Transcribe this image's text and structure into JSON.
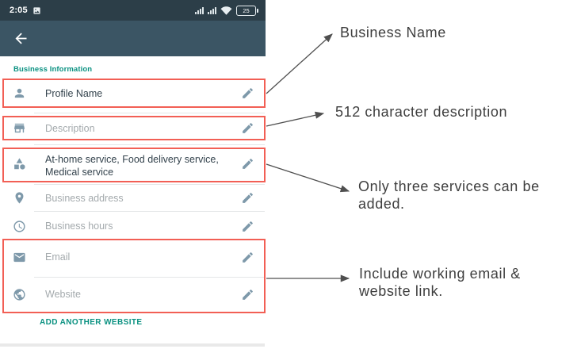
{
  "phone": {
    "status_bar": {
      "time": "2:05",
      "battery_percent": "25"
    },
    "header": {
      "back_icon": "back-arrow"
    },
    "section_label": "Business Information",
    "rows": [
      {
        "id": "profile-name",
        "icon": "person-icon",
        "label": "Profile Name",
        "filled": true
      },
      {
        "id": "description",
        "icon": "storefront-icon",
        "label": "Description",
        "filled": false
      },
      {
        "id": "services",
        "icon": "category-icon",
        "label": "At-home service, Food delivery service, Medical service",
        "filled": true
      },
      {
        "id": "business-address",
        "icon": "location-pin-icon",
        "label": "Business address",
        "filled": false
      },
      {
        "id": "business-hours",
        "icon": "clock-icon",
        "label": "Business hours",
        "filled": false
      },
      {
        "id": "email",
        "icon": "envelope-icon",
        "label": "Email",
        "filled": false
      },
      {
        "id": "website",
        "icon": "globe-icon",
        "label": "Website",
        "filled": false
      }
    ],
    "add_website_label": "ADD ANOTHER WEBSITE"
  },
  "annotations": [
    {
      "text": "Business Name"
    },
    {
      "text": "512 character description"
    },
    {
      "text": "Only three services can be added."
    },
    {
      "text": "Include working email & website link."
    }
  ],
  "colors": {
    "status_bar_bg": "#2c3e48",
    "app_bar_bg": "#3b5564",
    "accent_teal": "#0a9181",
    "icon_slate": "#7e99aa",
    "highlight_red": "#f25f55",
    "row_text_dark": "#33424c",
    "row_text_placeholder": "#a4aaad",
    "annotation_text": "#3e3e3e"
  }
}
